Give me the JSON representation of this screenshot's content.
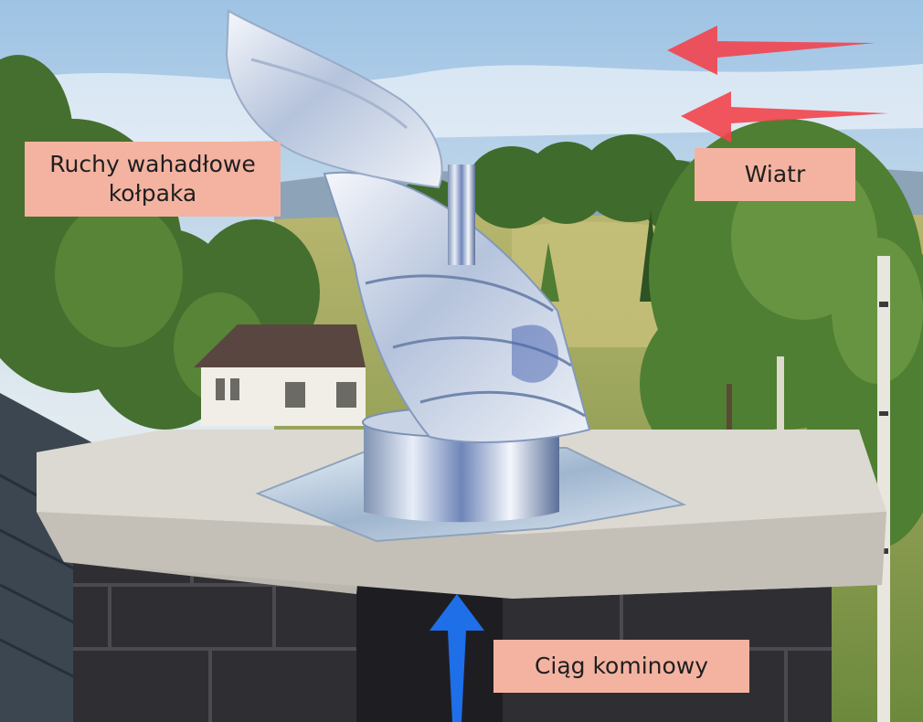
{
  "labels": {
    "pendulum_line1": "Ruchy wahadłowe",
    "pendulum_line2": "kołpaka",
    "wind": "Wiatr",
    "chimney_draft": "Ciąg kominowy"
  },
  "colors": {
    "label_background": "#f4b3a1",
    "wind_arrow": "#f2444c",
    "draft_arrow": "#1f6fe8",
    "sky_top": "#a9c9e6",
    "concrete_cap": "#cfcbc4",
    "brick": "#2f2f33"
  },
  "icons": {
    "wind_arrows": "arrow-left-icon",
    "draft_arrow": "arrow-up-icon"
  }
}
